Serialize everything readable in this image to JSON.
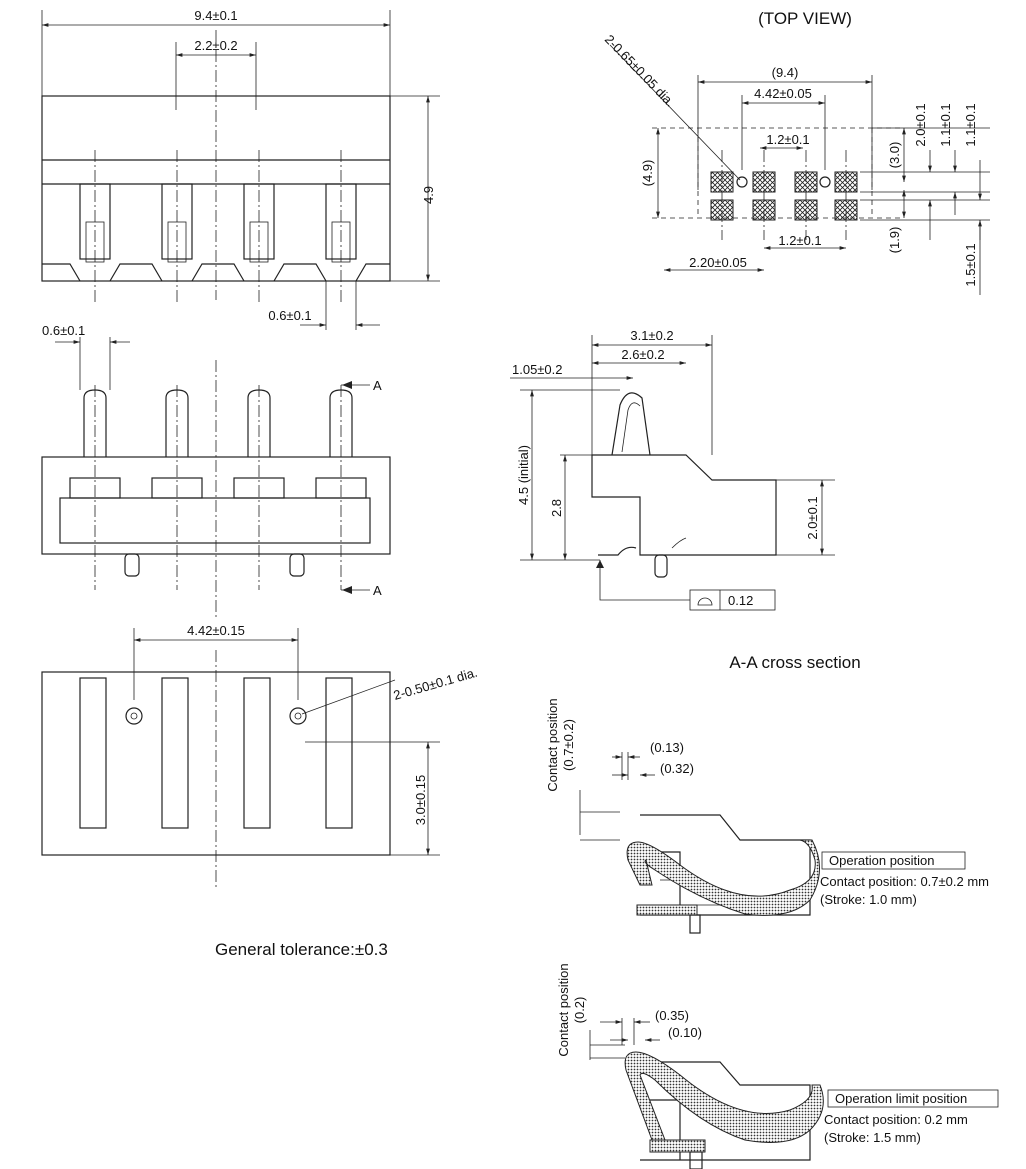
{
  "views": {
    "top_view_title": "(TOP VIEW)",
    "aa_title": "A-A cross section",
    "general_tolerance": "General tolerance:±0.3",
    "section_mark": "A"
  },
  "dims": {
    "overall_width": "9.4±0.1",
    "pitch_a": "2.2±0.2",
    "height_4_9": "4.9",
    "pin_w_right": "0.6±0.1",
    "pin_w_left": "0.6±0.1",
    "hole_pitch": "4.42±0.15",
    "hole_dia": "2-0.50±0.1 dia.",
    "depth_3_0": "3.0±0.15",
    "pcb_hole_dia": "2-0.65±0.05 dia.",
    "pcb_9_4": "(9.4)",
    "pcb_4_42": "4.42±0.05",
    "pcb_1_2_top": "1.2±0.1",
    "pcb_1_2_bot": "1.2±0.1",
    "pcb_2_20": "2.20±0.05",
    "pcb_4_9": "(4.9)",
    "pcb_3_0": "(3.0)",
    "pcb_2_0": "2.0±0.1",
    "pcb_1_1a": "1.1±0.1",
    "pcb_1_1b": "1.1±0.1",
    "pcb_1_9": "(1.9)",
    "pcb_1_5": "1.5±0.1",
    "side_3_1": "3.1±0.2",
    "side_2_6": "2.6±0.2",
    "side_1_05": "1.05±0.2",
    "side_4_5": "4.5 (initial)",
    "side_2_8": "2.8",
    "side_2_0": "2.0±0.1",
    "flatness": "0.12"
  },
  "sections": {
    "upper": {
      "vertical_label_1": "Contact position",
      "vertical_label_2": "(0.7±0.2)",
      "dim_a": "(0.13)",
      "dim_b": "(0.32)",
      "box_label": "Operation position",
      "note_1": "Contact position: 0.7±0.2 mm",
      "note_2": "(Stroke: 1.0 mm)"
    },
    "lower": {
      "vertical_label_1": "Contact position",
      "vertical_label_2": "(0.2)",
      "dim_a": "(0.35)",
      "dim_b": "(0.10)",
      "box_label": "Operation limit position",
      "note_1": "Contact position: 0.2 mm",
      "note_2": "(Stroke: 1.5 mm)"
    }
  }
}
